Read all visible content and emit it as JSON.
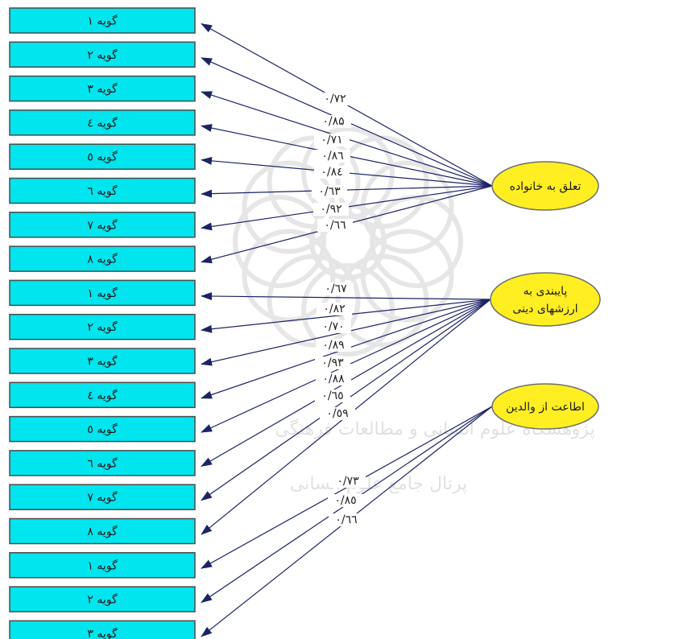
{
  "colors": {
    "indicator_fill": "#00e5ee",
    "indicator_stroke": "#4a4a4a",
    "latent_fill": "#ffee22",
    "latent_stroke": "#6e6e6e",
    "arrow": "#1c2366",
    "watermark": "#d2d2d2"
  },
  "indicators": [
    "گویه ۱",
    "گویه ۲",
    "گویه ۳",
    "گویه ٤",
    "گویه ٥",
    "گویه ٦",
    "گویه ۷",
    "گویه ۸",
    "گویه ۱",
    "گویه ۲",
    "گویه ۳",
    "گویه ٤",
    "گویه ٥",
    "گویه ٦",
    "گویه ۷",
    "گویه ۸",
    "گویه ۱",
    "گویه ۲",
    "گویه ۳"
  ],
  "latents": [
    {
      "lines": [
        "تعلق به خانواده"
      ],
      "indicators": [
        0,
        1,
        2,
        3,
        4,
        5,
        6,
        7
      ]
    },
    {
      "lines": [
        "پایبندی به",
        "ارزشهای دینی"
      ],
      "indicators": [
        8,
        9,
        10,
        11,
        12,
        13,
        14,
        15
      ]
    },
    {
      "lines": [
        "اطاعت از والدین"
      ],
      "indicators": [
        16,
        17,
        18
      ]
    }
  ],
  "loadings": [
    "۰/۷۲",
    "۰/۸۵",
    "۰/۷۱",
    "۰/۸٦",
    "۰/۸٤",
    "۰/٦۳",
    "۰/۹۲",
    "۰/٦٦",
    "۰/٦۷",
    "۰/۸۲",
    "۰/۷۰",
    "۰/۸۹",
    "۰/۹۳",
    "۰/۸۸",
    "۰/٦٥",
    "۰/٥۹",
    "۰/۷۳",
    "۰/۸٥",
    "۰/٦٦"
  ],
  "watermark": {
    "line1": "پژوهشگاه علوم انسانی و مطالعات فرهنگی",
    "line2": "پرتال جامع علوم انسانی"
  }
}
